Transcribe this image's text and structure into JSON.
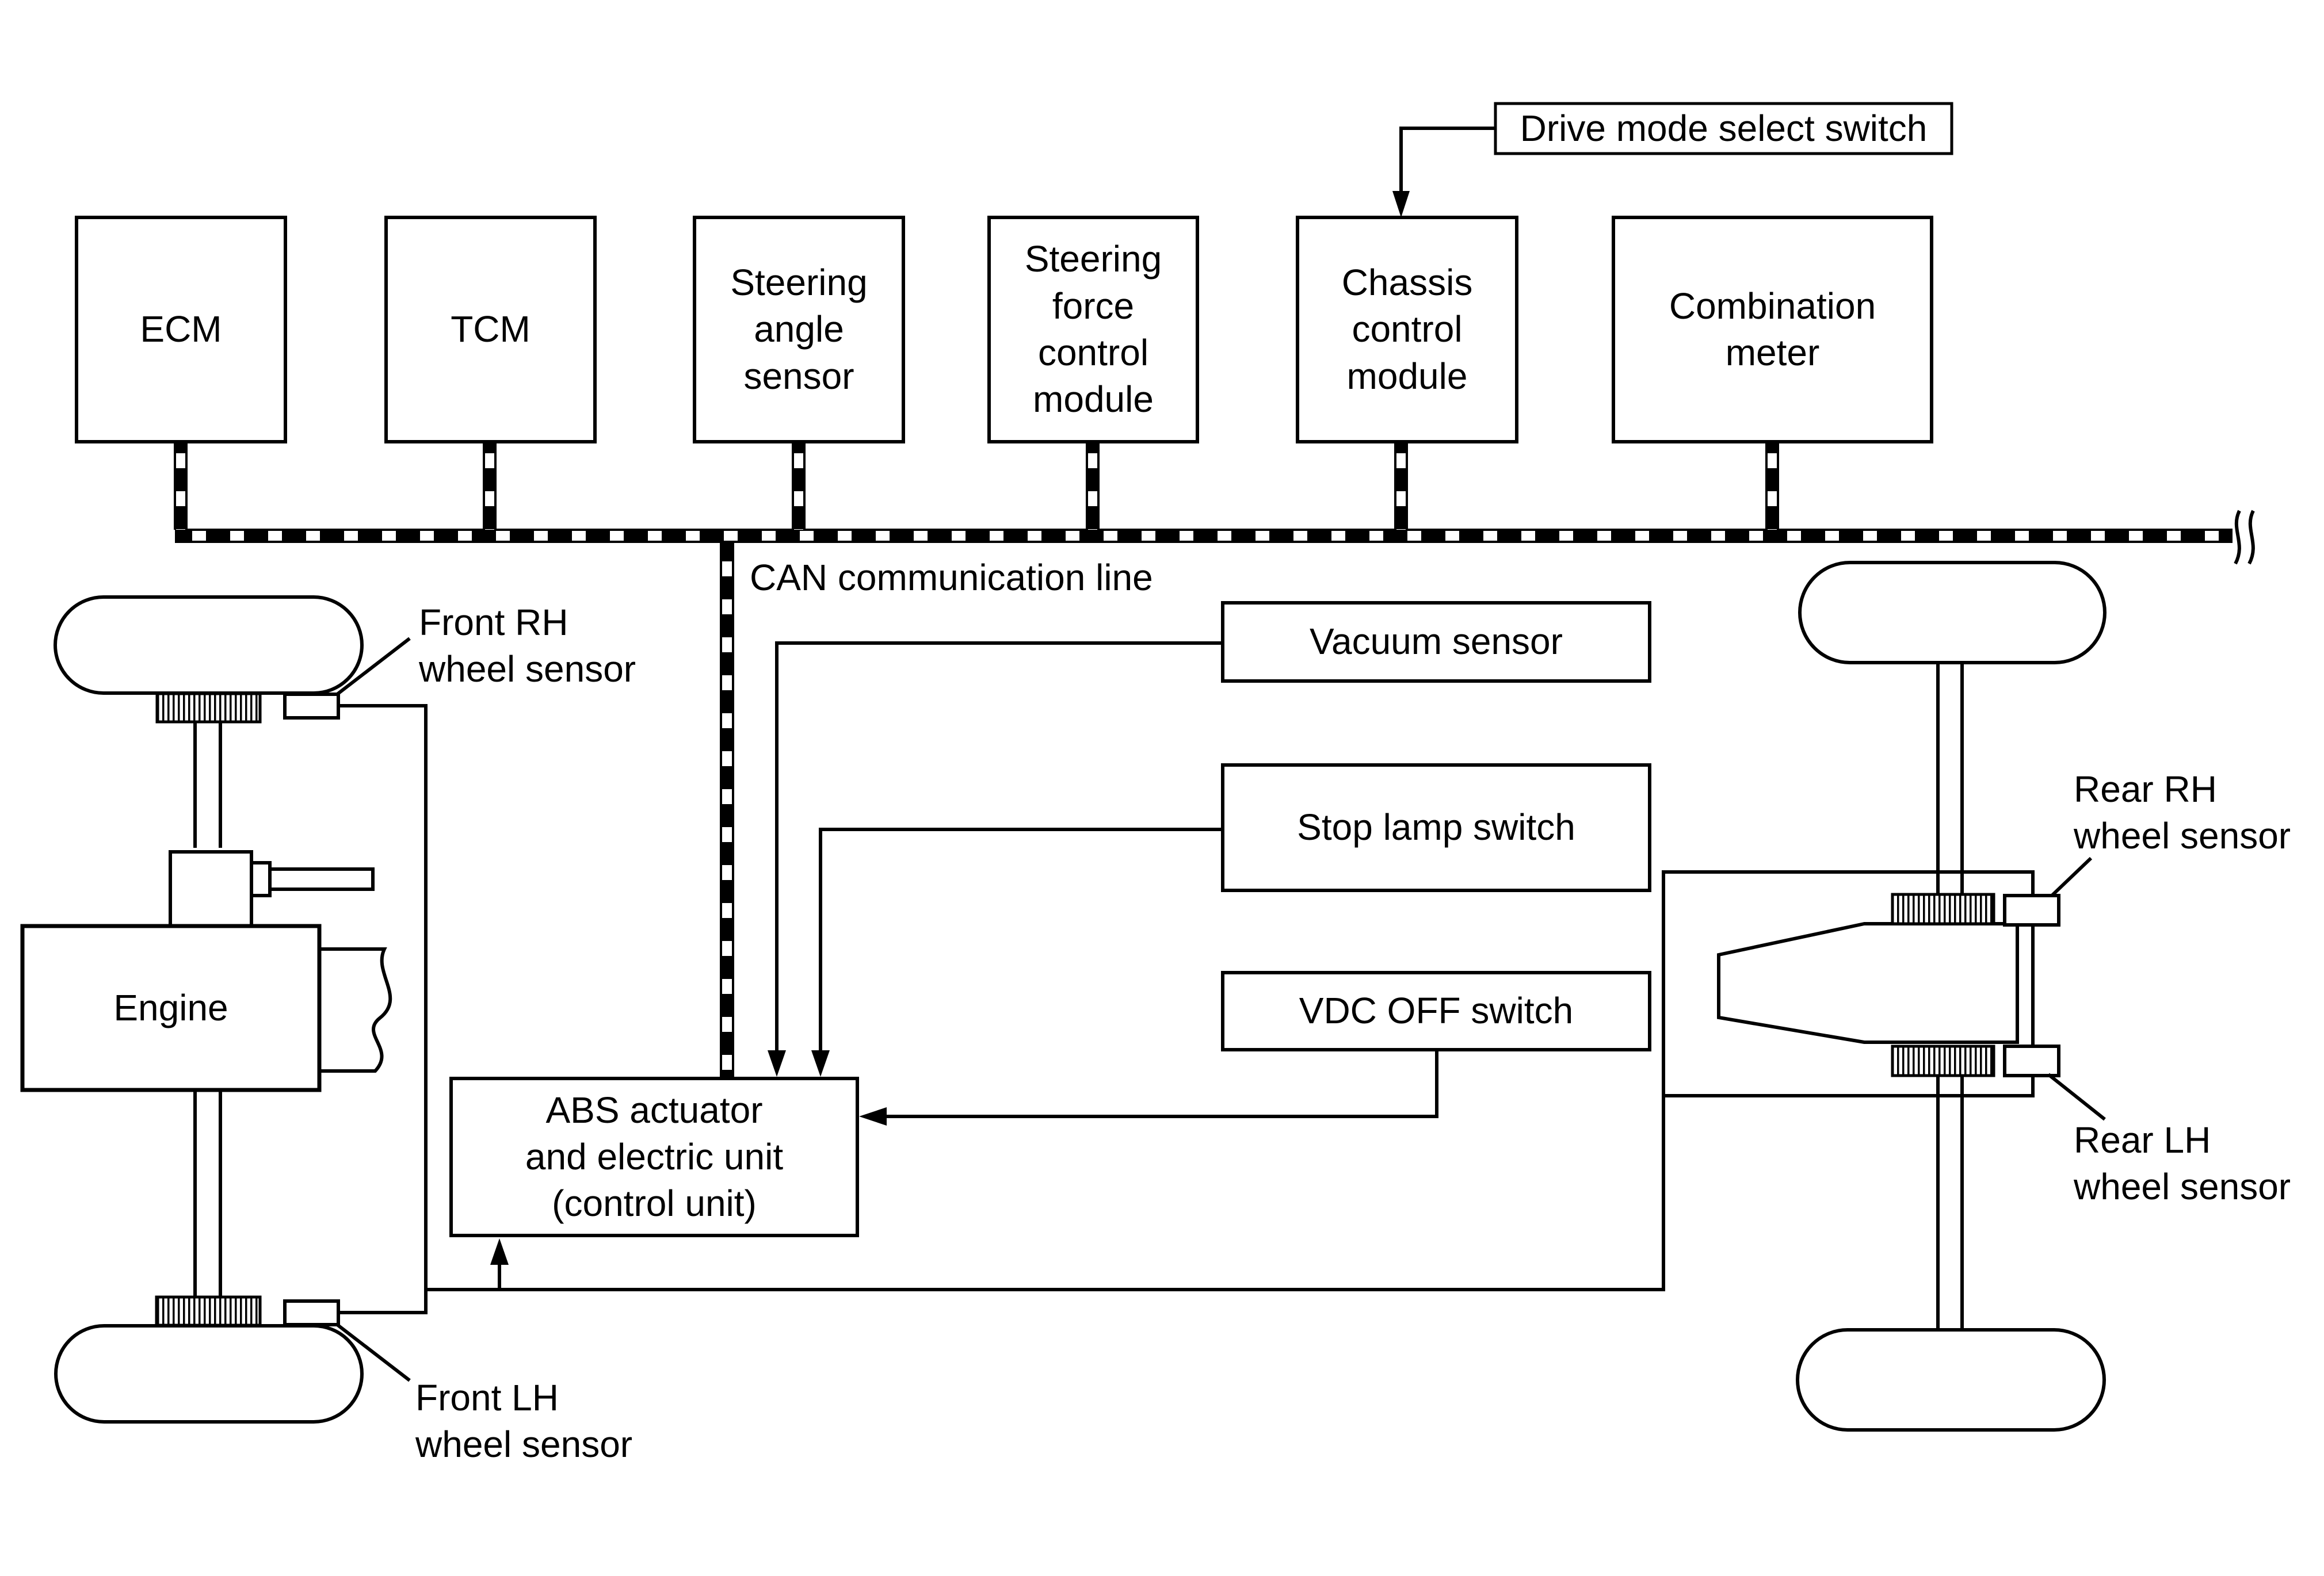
{
  "modules": [
    {
      "id": "ecm",
      "label": "ECM"
    },
    {
      "id": "tcm",
      "label": "TCM"
    },
    {
      "id": "steering-angle-sensor",
      "label": "Steering\nangle\nsensor"
    },
    {
      "id": "steering-force-control-module",
      "label": "Steering\nforce\ncontrol\nmodule"
    },
    {
      "id": "chassis-control-module",
      "label": "Chassis\ncontrol\nmodule"
    },
    {
      "id": "combination-meter",
      "label": "Combination\nmeter"
    }
  ],
  "drive_mode_select_switch": {
    "label": "Drive mode select switch"
  },
  "can_bus": {
    "label": "CAN communication line"
  },
  "inputs": [
    {
      "id": "vacuum-sensor",
      "label": "Vacuum sensor"
    },
    {
      "id": "stop-lamp-switch",
      "label": "Stop lamp switch"
    },
    {
      "id": "vdc-off-switch",
      "label": "VDC OFF switch"
    }
  ],
  "abs_unit": {
    "label": "ABS actuator\nand electric unit\n(control unit)"
  },
  "engine": {
    "label": "Engine"
  },
  "wheel_sensors": [
    {
      "id": "front-rh",
      "label": "Front RH\nwheel sensor"
    },
    {
      "id": "front-lh",
      "label": "Front LH\nwheel sensor"
    },
    {
      "id": "rear-rh",
      "label": "Rear RH\nwheel sensor"
    },
    {
      "id": "rear-lh",
      "label": "Rear LH\nwheel sensor"
    }
  ],
  "colors": {
    "line": "#000000",
    "background": "#ffffff"
  }
}
